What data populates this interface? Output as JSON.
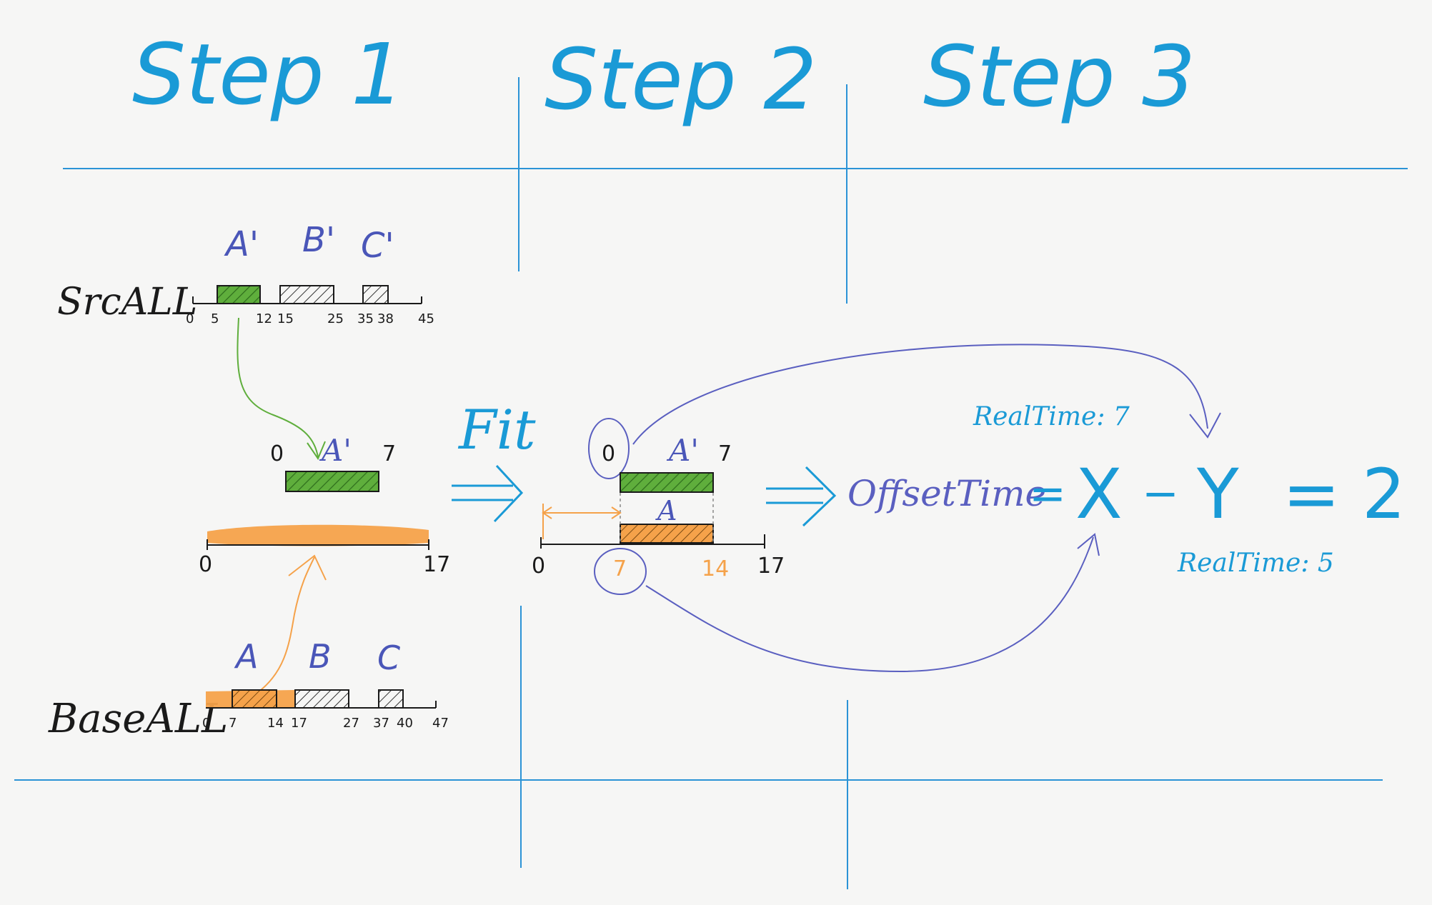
{
  "colors": {
    "background": "#f6f6f5",
    "blue_ink": "#1a9ad6",
    "grid_line": "#2b93d6",
    "purple_ink": "#5a5fc0",
    "black_ink": "#1a1a1a",
    "green_fill": "#5fae3c",
    "orange_fill": "#f5a24a"
  },
  "header": {
    "step1": "Step 1",
    "step2": "Step 2",
    "step3": "Step 3"
  },
  "step1": {
    "src_label": "SrcALL",
    "src_blocks": [
      "A'",
      "B'",
      "C'"
    ],
    "src_ticks": [
      "0",
      "5",
      "12",
      "15",
      "25",
      "35",
      "38",
      "45"
    ],
    "fit_block": "A'",
    "fit_start": "0",
    "fit_end": "7",
    "timeline_start": "0",
    "timeline_end": "17",
    "base_label": "BaseALL",
    "base_blocks": [
      "A",
      "B",
      "C"
    ],
    "base_ticks": [
      "0",
      "7",
      "14",
      "17",
      "27",
      "37",
      "40",
      "47"
    ]
  },
  "fit_label": "Fit",
  "step2": {
    "top_block": "A'",
    "top_start": "0",
    "top_end": "7",
    "bottom_block": "A",
    "axis_start": "0",
    "axis_mid_start": "7",
    "axis_mid_end": "14",
    "axis_end": "17"
  },
  "step3": {
    "formula_left": "OffsetTime",
    "eq": "=",
    "x": "X",
    "minus": "−",
    "y": "Y",
    "result": "= 2",
    "x_note": "RealTime: 7",
    "y_note": "RealTime: 5"
  }
}
